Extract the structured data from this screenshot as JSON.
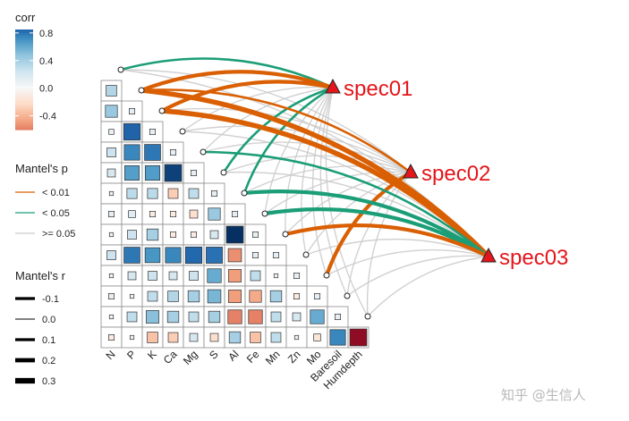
{
  "chart_data": {
    "type": "heatmap",
    "variables": [
      "N",
      "P",
      "K",
      "Ca",
      "Mg",
      "S",
      "Al",
      "Fe",
      "Mn",
      "Zn",
      "Mo",
      "Baresoil",
      "Humdepth"
    ],
    "corr_lower": [
      [],
      [
        0.45
      ],
      [
        0.08,
        0.86
      ],
      [
        0.25,
        0.75,
        0.8
      ],
      [
        0.2,
        0.66,
        0.67,
        0.92
      ],
      [
        0.05,
        0.32,
        0.32,
        -0.3,
        0.3
      ],
      [
        0.1,
        0.15,
        -0.1,
        -0.1,
        -0.2,
        0.45
      ],
      [
        0.05,
        0.25,
        0.4,
        -0.1,
        -0.1,
        0.2,
        0.95
      ],
      [
        0.25,
        0.8,
        0.7,
        0.75,
        0.85,
        0.82,
        -0.55,
        0.1
      ],
      [
        -0.05,
        0.2,
        0.25,
        0.2,
        0.25,
        0.6,
        -0.5,
        0.3,
        0.05
      ],
      [
        0.1,
        0.05,
        0.3,
        0.35,
        0.4,
        0.55,
        -0.5,
        -0.45,
        0.4,
        -0.1
      ],
      [
        0.05,
        0.3,
        0.5,
        0.4,
        0.3,
        0.4,
        -0.6,
        -0.6,
        0.3,
        0.2,
        0.6
      ],
      [
        -0.1,
        0.05,
        -0.35,
        -0.3,
        0.2,
        -0.2,
        0.4,
        -0.35,
        0.3,
        0.05,
        -0.15,
        0.75,
        -0.9
      ]
    ],
    "species": [
      "spec01",
      "spec02",
      "spec03"
    ],
    "mantel_links": [
      {
        "spec": "spec01",
        "env": "N",
        "p": "< 0.05",
        "r": 0.1
      },
      {
        "spec": "spec01",
        "env": "P",
        "p": "< 0.01",
        "r": 0.2
      },
      {
        "spec": "spec01",
        "env": "K",
        "p": "< 0.01",
        "r": 0.2
      },
      {
        "spec": "spec01",
        "env": "Ca",
        "p": ">= 0.05",
        "r": 0.0
      },
      {
        "spec": "spec01",
        "env": "Mg",
        "p": ">= 0.05",
        "r": 0.0
      },
      {
        "spec": "spec01",
        "env": "S",
        "p": "< 0.05",
        "r": 0.1
      },
      {
        "spec": "spec01",
        "env": "Al",
        "p": "< 0.05",
        "r": 0.1
      },
      {
        "spec": "spec01",
        "env": "Fe",
        "p": ">= 0.05",
        "r": 0.0
      },
      {
        "spec": "spec01",
        "env": "Mn",
        "p": ">= 0.05",
        "r": 0.0
      },
      {
        "spec": "spec01",
        "env": "Zn",
        "p": ">= 0.05",
        "r": 0.0
      },
      {
        "spec": "spec01",
        "env": "Mo",
        "p": ">= 0.05",
        "r": 0.0
      },
      {
        "spec": "spec01",
        "env": "Baresoil",
        "p": ">= 0.05",
        "r": 0.0
      },
      {
        "spec": "spec01",
        "env": "Humdepth",
        "p": ">= 0.05",
        "r": 0.0
      },
      {
        "spec": "spec02",
        "env": "N",
        "p": ">= 0.05",
        "r": 0.0
      },
      {
        "spec": "spec02",
        "env": "P",
        "p": "< 0.01",
        "r": 0.1
      },
      {
        "spec": "spec02",
        "env": "K",
        "p": ">= 0.05",
        "r": 0.0
      },
      {
        "spec": "spec02",
        "env": "Ca",
        "p": ">= 0.05",
        "r": 0.0
      },
      {
        "spec": "spec02",
        "env": "Mg",
        "p": ">= 0.05",
        "r": 0.0
      },
      {
        "spec": "spec02",
        "env": "S",
        "p": ">= 0.05",
        "r": 0.0
      },
      {
        "spec": "spec02",
        "env": "Al",
        "p": ">= 0.05",
        "r": 0.0
      },
      {
        "spec": "spec02",
        "env": "Fe",
        "p": ">= 0.05",
        "r": 0.0
      },
      {
        "spec": "spec02",
        "env": "Mn",
        "p": ">= 0.05",
        "r": 0.0
      },
      {
        "spec": "spec02",
        "env": "Zn",
        "p": ">= 0.05",
        "r": 0.0
      },
      {
        "spec": "spec02",
        "env": "Mo",
        "p": "< 0.01",
        "r": 0.2
      },
      {
        "spec": "spec02",
        "env": "Baresoil",
        "p": ">= 0.05",
        "r": 0.0
      },
      {
        "spec": "spec02",
        "env": "Humdepth",
        "p": ">= 0.05",
        "r": 0.0
      },
      {
        "spec": "spec03",
        "env": "N",
        "p": ">= 0.05",
        "r": 0.0
      },
      {
        "spec": "spec03",
        "env": "P",
        "p": "< 0.01",
        "r": 0.3
      },
      {
        "spec": "spec03",
        "env": "K",
        "p": "< 0.01",
        "r": 0.3
      },
      {
        "spec": "spec03",
        "env": "Ca",
        "p": ">= 0.05",
        "r": 0.0
      },
      {
        "spec": "spec03",
        "env": "Mg",
        "p": "< 0.05",
        "r": 0.1
      },
      {
        "spec": "spec03",
        "env": "S",
        "p": ">= 0.05",
        "r": 0.0
      },
      {
        "spec": "spec03",
        "env": "Al",
        "p": "< 0.05",
        "r": 0.2
      },
      {
        "spec": "spec03",
        "env": "Fe",
        "p": "< 0.05",
        "r": 0.2
      },
      {
        "spec": "spec03",
        "env": "Mn",
        "p": "< 0.01",
        "r": 0.2
      },
      {
        "spec": "spec03",
        "env": "Zn",
        "p": ">= 0.05",
        "r": 0.0
      },
      {
        "spec": "spec03",
        "env": "Mo",
        "p": ">= 0.05",
        "r": 0.0
      },
      {
        "spec": "spec03",
        "env": "Baresoil",
        "p": ">= 0.05",
        "r": 0.0
      },
      {
        "spec": "spec03",
        "env": "Humdepth",
        "p": ">= 0.05",
        "r": 0.0
      }
    ],
    "legend": {
      "corr": {
        "title": "corr",
        "ticks": [
          "0.8",
          "0.4",
          "0.0",
          "-0.4"
        ],
        "range": [
          -0.6,
          0.85
        ]
      },
      "mantel_p": {
        "title": "Mantel's p",
        "items": [
          {
            "label": "< 0.01",
            "color": "#d95f02"
          },
          {
            "label": "< 0.05",
            "color": "#1b9e77"
          },
          {
            "label": ">= 0.05",
            "color": "#cccccc"
          }
        ]
      },
      "mantel_r": {
        "title": "Mantel's r",
        "items": [
          "-0.1",
          "0.0",
          "0.1",
          "0.2",
          "0.3"
        ]
      }
    },
    "colors": {
      "positive": "#053061",
      "negative": "#67001f",
      "mid": "#f7f7f7",
      "triangle": "#e4161b",
      "outline": "#333333"
    }
  },
  "watermark": "知乎 @生信人"
}
